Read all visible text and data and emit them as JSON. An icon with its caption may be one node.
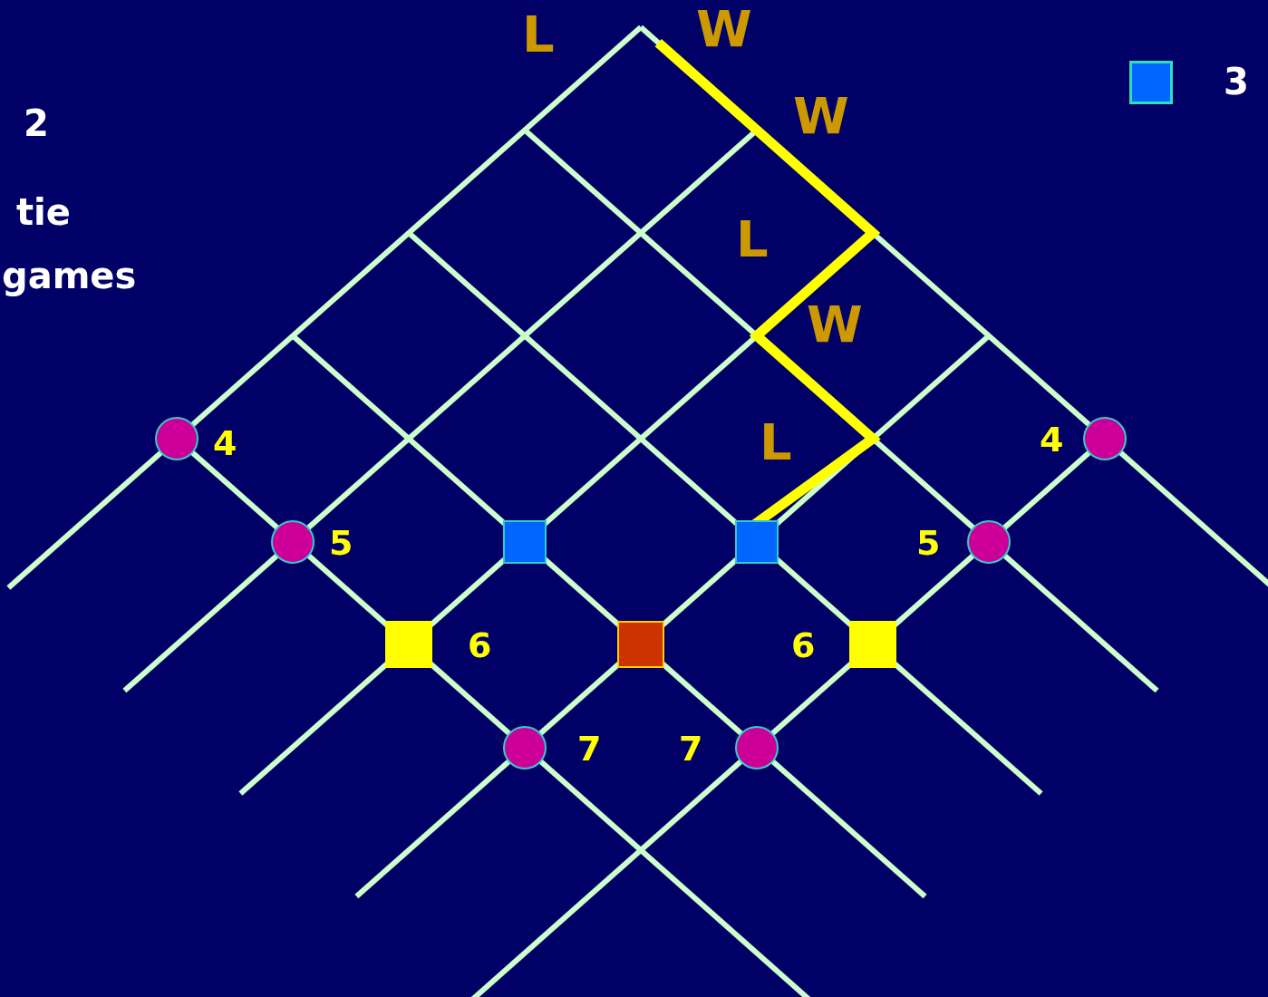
{
  "diagram": {
    "nodes": [
      {
        "text": [],
        "shape": "circle",
        "beside": [
          "4"
        ]
      },
      {
        "text": [],
        "shape": "circle",
        "beside": [
          "4"
        ]
      },
      {
        "text": [],
        "shape": "box"
      },
      {
        "text": [],
        "shape": "box"
      },
      {
        "text": [],
        "shape": "circle",
        "beside": [
          "5"
        ]
      },
      {
        "text": [],
        "shape": "circle",
        "beside": [
          "5"
        ]
      },
      {
        "text": [],
        "shape": "box",
        "beside": [
          "6"
        ]
      },
      {
        "text": [],
        "shape": "box"
      },
      {
        "text": [],
        "shape": "box",
        "beside": [
          "6"
        ]
      },
      {
        "text": [],
        "shape": "circle",
        "beside": [
          "7"
        ]
      },
      {
        "text": [],
        "shape": "circle",
        "beside": [
          "7"
        ]
      }
    ],
    "labels": [
      "L",
      "W",
      "W",
      "2",
      "tie",
      "L",
      "games",
      "W",
      "L"
    ],
    "legend": [
      {
        "text": "3",
        "color": "#0066ff"
      }
    ]
  }
}
